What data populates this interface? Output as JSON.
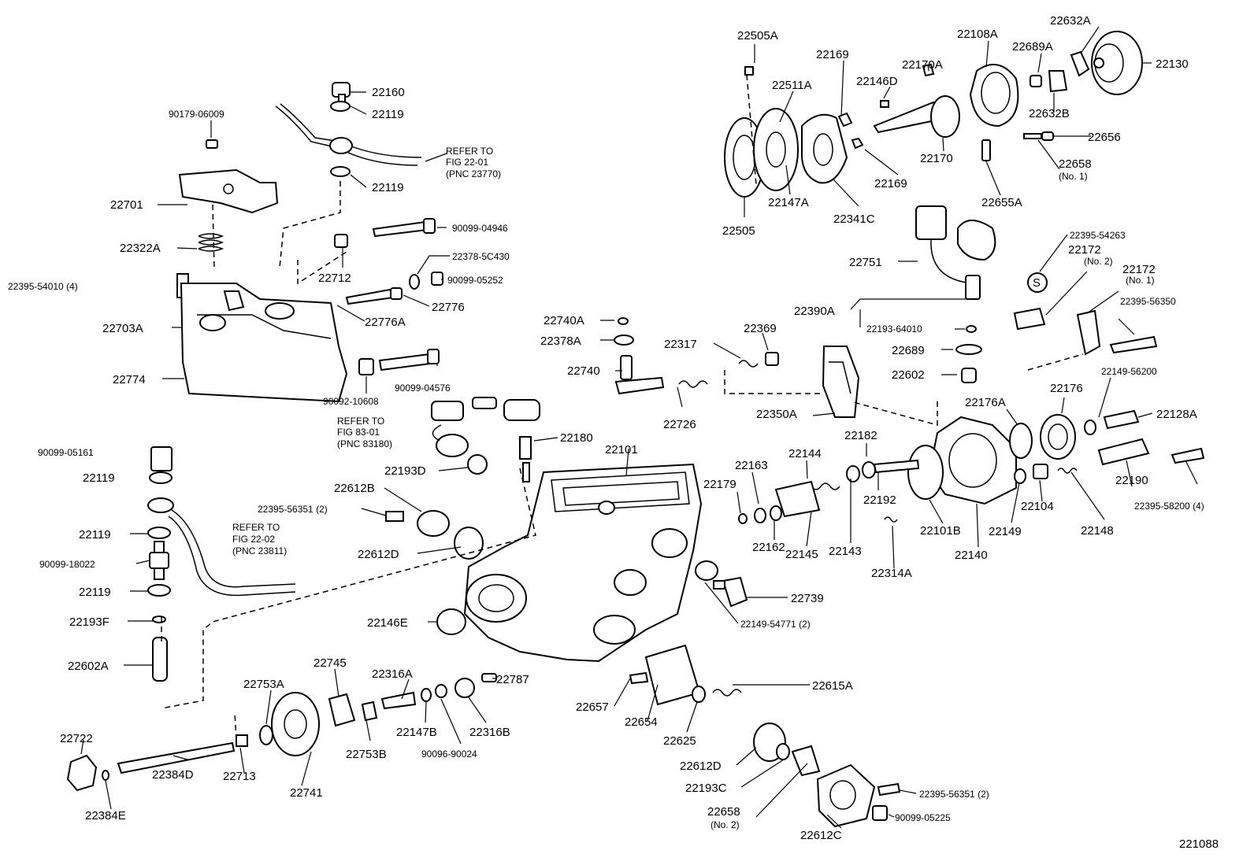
{
  "diagram": {
    "figure_number": "221088",
    "labels": {
      "l22505A": "22505A",
      "l22169a": "22169",
      "l22170A": "22170A",
      "l22108A": "22108A",
      "l22632A": "22632A",
      "l22689A": "22689A",
      "l22130": "22130",
      "l22511A": "22511A",
      "l22146D": "22146D",
      "l22632B": "22632B",
      "l22656": "22656",
      "l22658": "22658",
      "l22658no1": "(No. 1)",
      "l22170": "22170",
      "l22169b": "22169",
      "l22147A": "22147A",
      "l22341C": "22341C",
      "l22505": "22505",
      "l22655A": "22655A",
      "l22160": "22160",
      "l22119a": "22119",
      "l22119b": "22119",
      "l90179": "90179-06009",
      "refer1a": "REFER TO",
      "refer1b": "FIG 22-01",
      "refer1c": "(PNC 23770)",
      "l22701": "22701",
      "l90099_04946": "90099-04946",
      "l22322A": "22322A",
      "l22378_5C430": "22378-5C430",
      "l22712": "22712",
      "l90099_05252": "90099-05252",
      "l22395_54010": "22395-54010 (4)",
      "l22776": "22776",
      "l22776A": "22776A",
      "l22703A": "22703A",
      "l22774": "22774",
      "l90092": "90092-10608",
      "l90099_04576": "90099-04576",
      "l22751": "22751",
      "l22395_54263": "22395-54263",
      "l22172no2": "22172",
      "l22172no2b": "(No. 2)",
      "l22172no1": "22172",
      "l22172no1b": "(No. 1)",
      "l22390A": "22390A",
      "l22193_64010": "22193-64010",
      "l22395_56350": "22395-56350",
      "l22740A": "22740A",
      "l22378A": "22378A",
      "l22317": "22317",
      "l22369": "22369",
      "l22689": "22689",
      "l22740": "22740",
      "l22602": "22602",
      "l22149_56200": "22149-56200",
      "l22726": "22726",
      "l22350A": "22350A",
      "l22176": "22176",
      "l22176A": "22176A",
      "l22128A": "22128A",
      "refer2a": "REFER TO",
      "refer2b": "FIG 83-01",
      "refer2c": "(PNC 83180)",
      "l22180": "22180",
      "l22101": "22101",
      "l22182": "22182",
      "l22163": "22163",
      "l22144": "22144",
      "l22193D": "22193D",
      "l22179": "22179",
      "l22190": "22190",
      "l22395_58200": "22395-58200 (4)",
      "l90099_05161": "90099-05161",
      "l22119c": "22119",
      "l22612B": "22612B",
      "l22395_56351a": "22395-56351 (2)",
      "l22192": "22192",
      "l22104": "22104",
      "l22148": "22148",
      "l22149": "22149",
      "l22162": "22162",
      "l22101B": "22101B",
      "l22143": "22143",
      "l22145": "22145",
      "l22140": "22140",
      "l22314A": "22314A",
      "refer3a": "REFER TO",
      "refer3b": "FIG 22-02",
      "refer3c": "(PNC 23811)",
      "l22119d": "22119",
      "l90099_18022": "90099-18022",
      "l22612D": "22612D",
      "l22119e": "22119",
      "l22739": "22739",
      "l22193F": "22193F",
      "l22146E": "22146E",
      "l22149_54771": "22149-54771 (2)",
      "l22602A": "22602A",
      "l22745": "22745",
      "l22316A": "22316A",
      "l22787": "22787",
      "l22753A": "22753A",
      "l22657": "22657",
      "l22615A": "22615A",
      "l22147B": "22147B",
      "l22316B": "22316B",
      "l22654": "22654",
      "l22722": "22722",
      "l22753B": "22753B",
      "l90096": "90096-90024",
      "l22625": "22625",
      "l22612D2": "22612D",
      "l22713": "22713",
      "l22384D": "22384D",
      "l22741": "22741",
      "l22193C": "22193C",
      "l22395_56351b": "22395-56351 (2)",
      "l22384E": "22384E",
      "l22658no2": "22658",
      "l22658no2b": "(No. 2)",
      "l90099_05225": "90099-05225",
      "l22612C": "22612C",
      "s_mark": "S"
    }
  }
}
